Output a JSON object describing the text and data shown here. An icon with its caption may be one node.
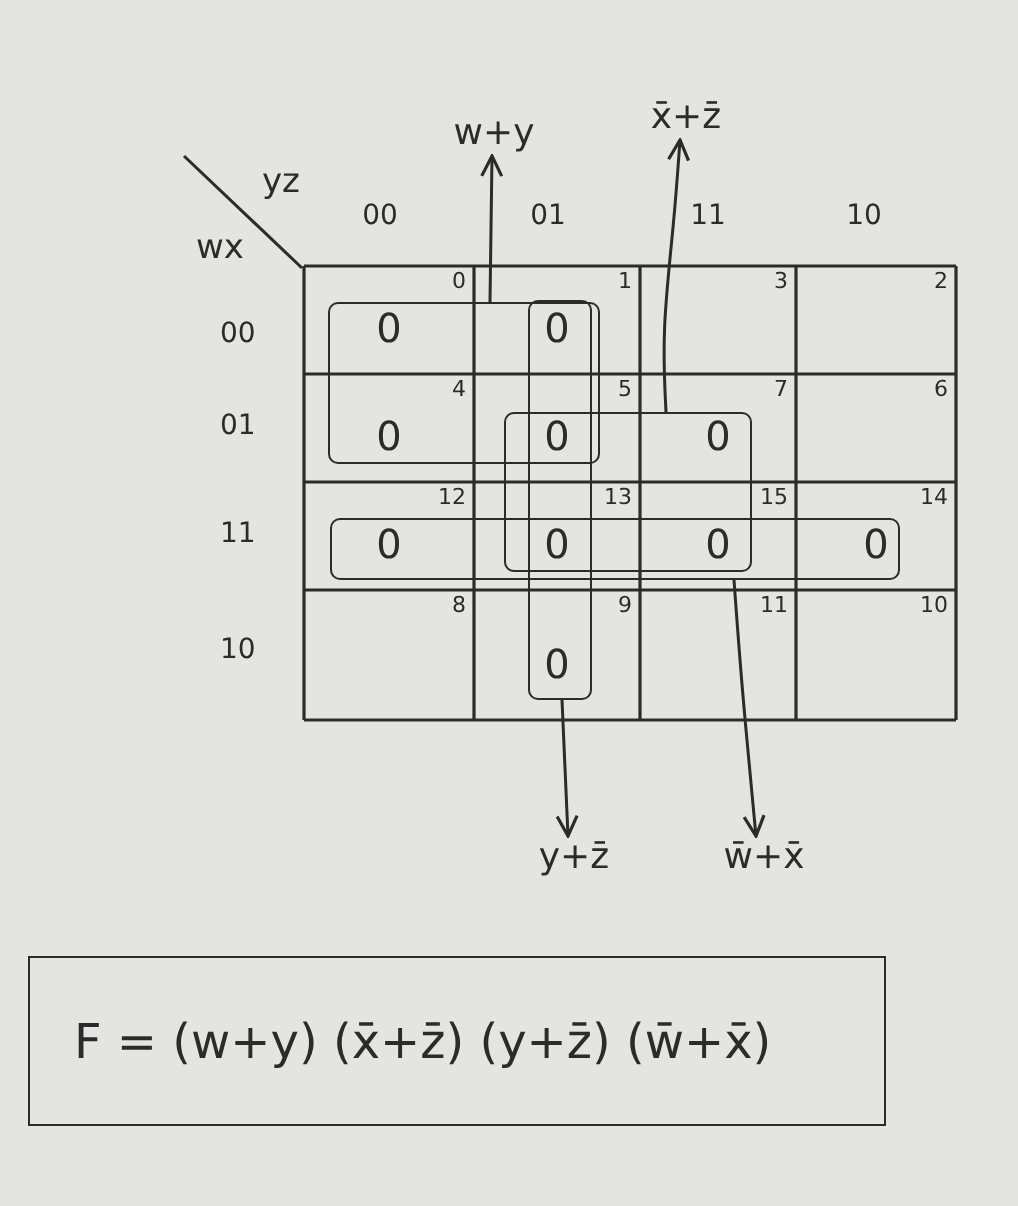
{
  "diagram": {
    "nodes": [
      {
        "text": [
          "w+y"
        ]
      },
      {
        "text": [
          "x̄+z̄"
        ]
      },
      {
        "text": [],
        "shape": "box"
      },
      {
        "text": [],
        "shape": "box"
      },
      {
        "text": [],
        "shape": "box"
      },
      {
        "text": [],
        "shape": "box"
      },
      {
        "text": [
          "y+z̄"
        ]
      },
      {
        "text": [
          "w̄+x̄"
        ]
      },
      {
        "text": [
          "F = (w+y) (x̄+z̄) (y+z̄) (w̄+x̄)"
        ]
      }
    ],
    "edges": [
      {
        "from": 2,
        "to": 0,
        "arrow": "to"
      },
      {
        "from": 4,
        "to": 1,
        "arrow": "to"
      },
      {
        "from": 3,
        "to": 6,
        "arrow": "to"
      },
      {
        "from": 5,
        "to": 7,
        "arrow": "to"
      }
    ],
    "labels": [
      "yz",
      "wx",
      "00",
      "01",
      "11",
      "10",
      "00",
      "0",
      "0",
      "1",
      "0",
      "3",
      "2",
      "01",
      "4",
      "0",
      "5",
      "0",
      "7",
      "0",
      "6",
      "11",
      "12",
      "0",
      "13",
      "0",
      "15",
      "0",
      "14",
      "0",
      "10",
      "8",
      "9",
      "0",
      "11",
      "10"
    ]
  }
}
